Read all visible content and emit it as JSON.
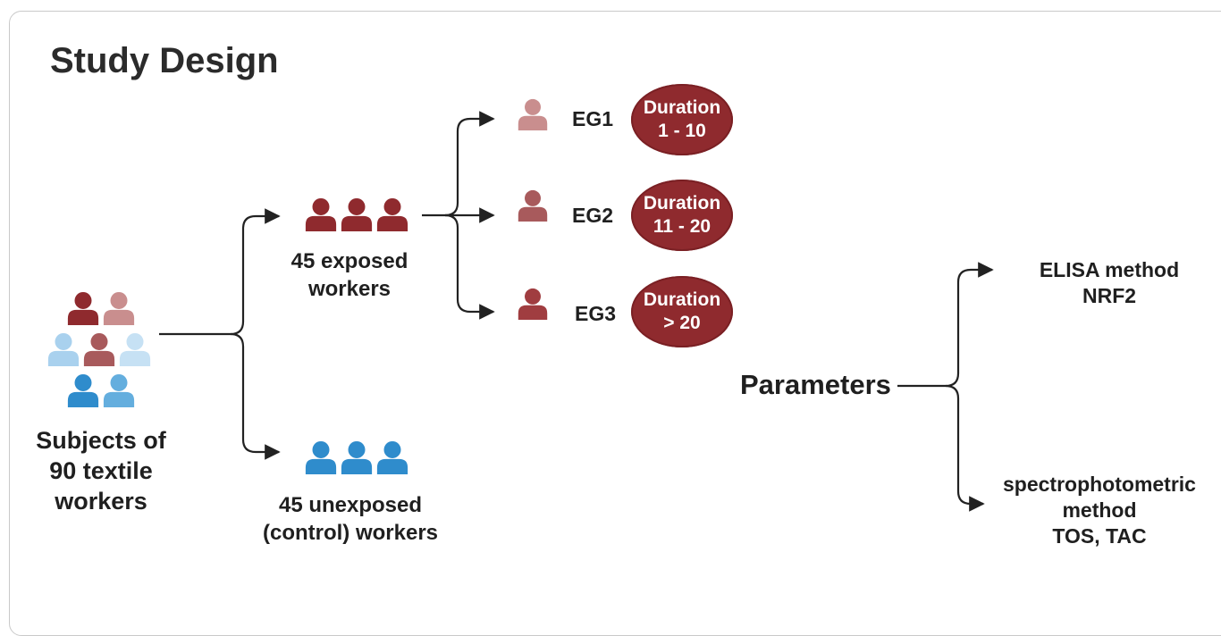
{
  "title": "Study Design",
  "subjects": {
    "line1": "Subjects of",
    "line2": "90 textile",
    "line3": "workers"
  },
  "exposed": {
    "line1": "45 exposed",
    "line2": "workers"
  },
  "unexposed": {
    "line1": "45 unexposed",
    "line2": "(control) workers"
  },
  "groups": [
    {
      "label": "EG1",
      "duration_line1": "Duration",
      "duration_line2": "1 - 10"
    },
    {
      "label": "EG2",
      "duration_line1": "Duration",
      "duration_line2": "11 - 20"
    },
    {
      "label": "EG3",
      "duration_line1": "Duration",
      "duration_line2": "> 20"
    }
  ],
  "parameters": {
    "label": "Parameters",
    "elisa": {
      "line1": "ELISA method",
      "line2": "NRF2"
    },
    "spectro": {
      "line1": "spectrophotometric",
      "line2": "method",
      "line3": "TOS, TAC"
    }
  },
  "colors": {
    "dark_red": "#8f2a2e",
    "mid_red": "#a85a5c",
    "light_red": "#c98e8e",
    "dark_blue": "#2f8ccc",
    "mid_blue": "#64aede",
    "light_blue": "#a9d1ee",
    "line": "#222222"
  }
}
